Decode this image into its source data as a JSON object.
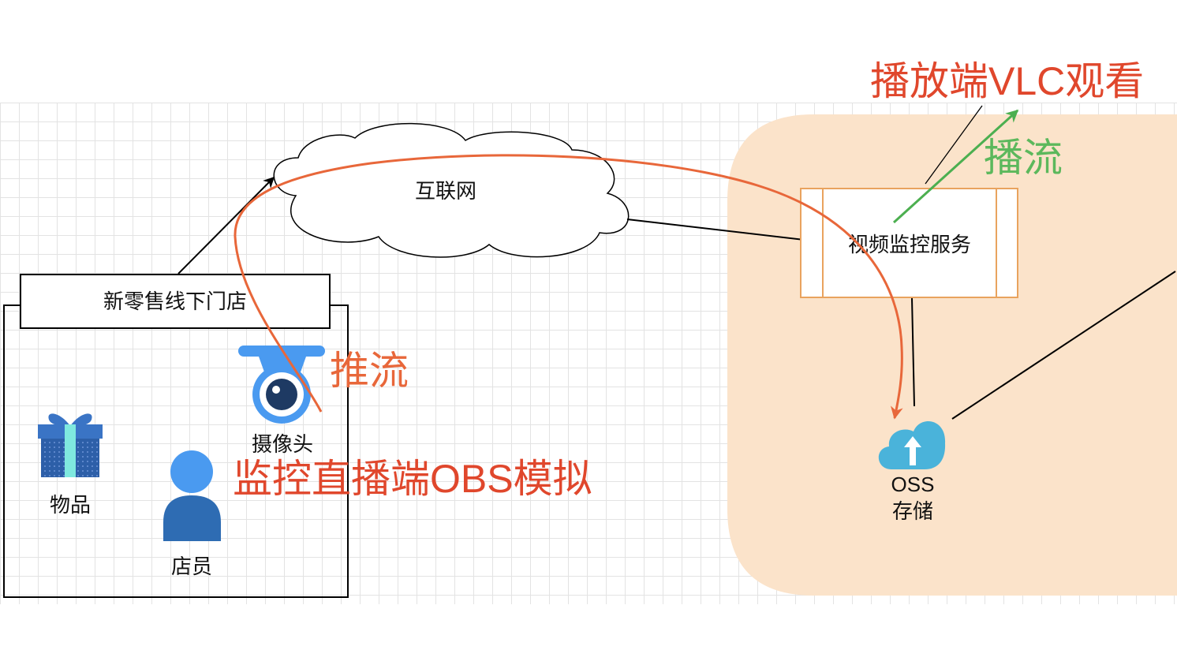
{
  "diagram": {
    "store": {
      "label": "新零售线下门店",
      "goods_label": "物品",
      "staff_label": "店员",
      "camera_label": "摄像头"
    },
    "internet": {
      "label": "互联网"
    },
    "service": {
      "label": "视频监控服务"
    },
    "oss": {
      "line1": "OSS",
      "line2": "存储"
    },
    "annotations": {
      "push_stream": "推流",
      "obs_client": "监控直播端OBS模拟",
      "vlc_player": "播放端VLC观看",
      "play_stream": "播流"
    }
  },
  "icons": {
    "goods": "gift-icon",
    "staff": "person-icon",
    "camera": "camera-icon",
    "oss": "cloud-upload-icon",
    "internet": "cloud-shape"
  },
  "colors": {
    "annotation_red": "#E0472C",
    "annotation_orange": "#E8673A",
    "annotation_green": "#5CB85C",
    "region_fill": "#FBE3CA",
    "service_border": "#E9A35E",
    "icon_blue": "#4A9AF0",
    "icon_dark_blue": "#2E6CB3",
    "oss_blue": "#4AB3DA"
  }
}
